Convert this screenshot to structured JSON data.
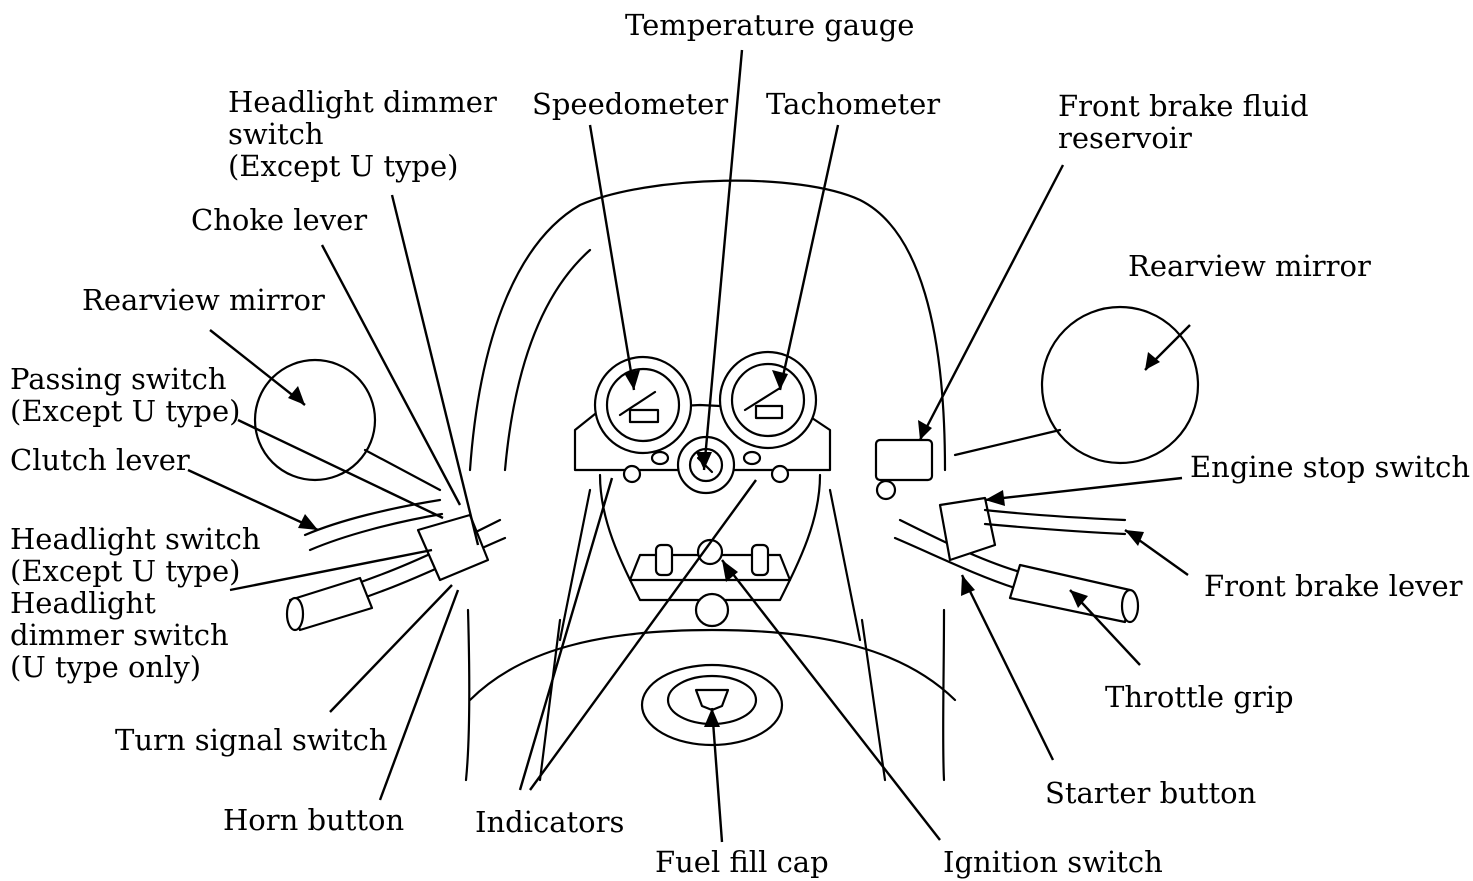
{
  "labels": {
    "temperature_gauge": "Temperature gauge",
    "speedometer": "Speedometer",
    "tachometer": "Tachometer",
    "headlight_dimmer_switch_except_u": "Headlight dimmer\nswitch\n(Except U type)",
    "front_brake_fluid_reservoir": "Front brake fluid\nreservoir",
    "choke_lever": "Choke lever",
    "rearview_mirror_left": "Rearview mirror",
    "rearview_mirror_right": "Rearview mirror",
    "passing_switch": "Passing switch\n(Except U type)",
    "clutch_lever": "Clutch lever",
    "engine_stop_switch": "Engine stop switch",
    "headlight_switch": "Headlight switch\n(Except U type)",
    "headlight_dimmer_switch_u_only": "Headlight\ndimmer switch\n(U type only)",
    "front_brake_lever": "Front brake lever",
    "throttle_grip": "Throttle grip",
    "turn_signal_switch": "Turn signal switch",
    "starter_button": "Starter button",
    "horn_button": "Horn button",
    "indicators": "Indicators",
    "fuel_fill_cap": "Fuel fill cap",
    "ignition_switch": "Ignition switch"
  },
  "colors": {
    "ink": "#000000",
    "paper": "#ffffff"
  }
}
